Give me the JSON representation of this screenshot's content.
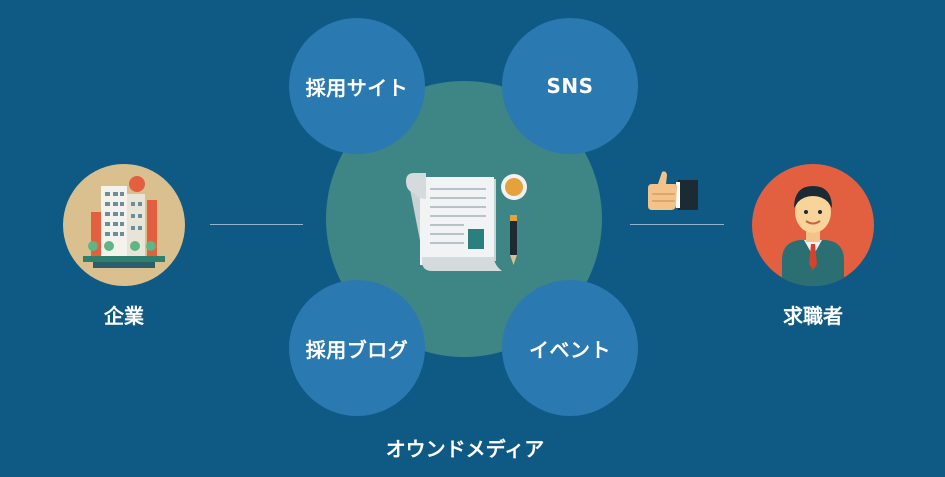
{
  "diagram": {
    "center": {
      "icon": "document-pen-coffee-icon",
      "caption": "オウンドメディア"
    },
    "nodes": [
      {
        "label": "採用サイト"
      },
      {
        "label": "SNS"
      },
      {
        "label": "採用ブログ"
      },
      {
        "label": "イベント"
      }
    ],
    "left": {
      "label": "企業",
      "icon": "office-buildings-icon"
    },
    "right": {
      "label": "求職者",
      "icon": "job-seeker-person-icon"
    },
    "connector_icon": "thumbs-up-icon"
  },
  "colors": {
    "background": "#0f5a85",
    "center_circle": "#3e8585",
    "node_circle": "#2a79b0",
    "company_circle": "#d9c08e",
    "seeker_circle": "#e25f40"
  }
}
